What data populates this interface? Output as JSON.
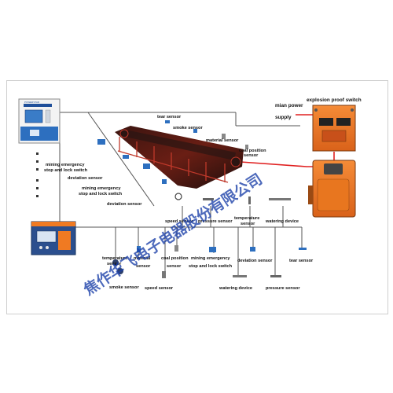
{
  "controller_badge": "POWERSTAR",
  "labels": {
    "main_power_supply_1": "mian power",
    "main_power_supply_2": "supply",
    "explosion_proof_switch": "explosion proof switch",
    "tear_sensor_top": "tear sensor",
    "smoke_sensor_top": "smoke sensor",
    "material_sensor_top": "material sensor",
    "coal_position_sensor_top_1": "coal position",
    "coal_position_sensor_top_2": "sensor",
    "mining_stop_left_top_1": "mining emergency",
    "mining_stop_left_top_2": "stop and lock switch",
    "deviation_sensor_left_top": "deviation sensor",
    "mining_stop_left_mid_1": "mining emergency",
    "mining_stop_left_mid_2": "stop and lock switch",
    "deviation_sensor_left_mid": "deviation sensor",
    "speed_sensor_mid": "speed sensor",
    "pressure_sensor_mid": "pressure sensor",
    "temperature_sensor_mid_1": "temperature",
    "temperature_sensor_mid_2": "sensor",
    "watering_device_mid": "watering device",
    "temperature_sensor_bottom_1": "temperature",
    "temperature_sensor_bottom_2": "sensor",
    "material_sensor_bottom_1": "material",
    "material_sensor_bottom_2": "sensor",
    "coal_position_bottom_1": "coal position",
    "coal_position_bottom_2": "sensor",
    "mining_stop_bottom_1": "mining emergency",
    "mining_stop_bottom_2": "stop and lock switch",
    "deviation_sensor_bottom": "deviation sensor",
    "tear_sensor_bottom": "tear sensor",
    "smoke_sensor_bottom": "smoke sensor",
    "speed_sensor_bottom": "speed sensor",
    "watering_device_bottom": "watering device",
    "pressure_sensor_bottom": "pressure sensor"
  },
  "watermark": "焦作华飞电子电器股份有限公司",
  "colors": {
    "bus_line": "#555555",
    "power_line": "#e02020",
    "device_orange": "#f07a22",
    "device_dark": "#444444",
    "screen_blue": "#2f6db5",
    "watermark": "#1b3fa8"
  }
}
